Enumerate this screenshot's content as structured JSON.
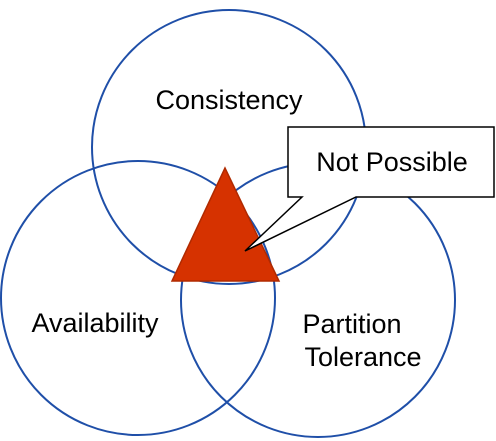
{
  "diagram": {
    "circles": {
      "consistency": "Consistency",
      "availability": "Availability",
      "partition_line1": "Partition",
      "partition_line2": "Tolerance"
    },
    "callout": "Not Possible",
    "colors": {
      "circle_stroke": "#1f4fa8",
      "triangle_fill": "#d63200",
      "triangle_stroke": "#b02a00",
      "callout_stroke": "#000000"
    }
  }
}
